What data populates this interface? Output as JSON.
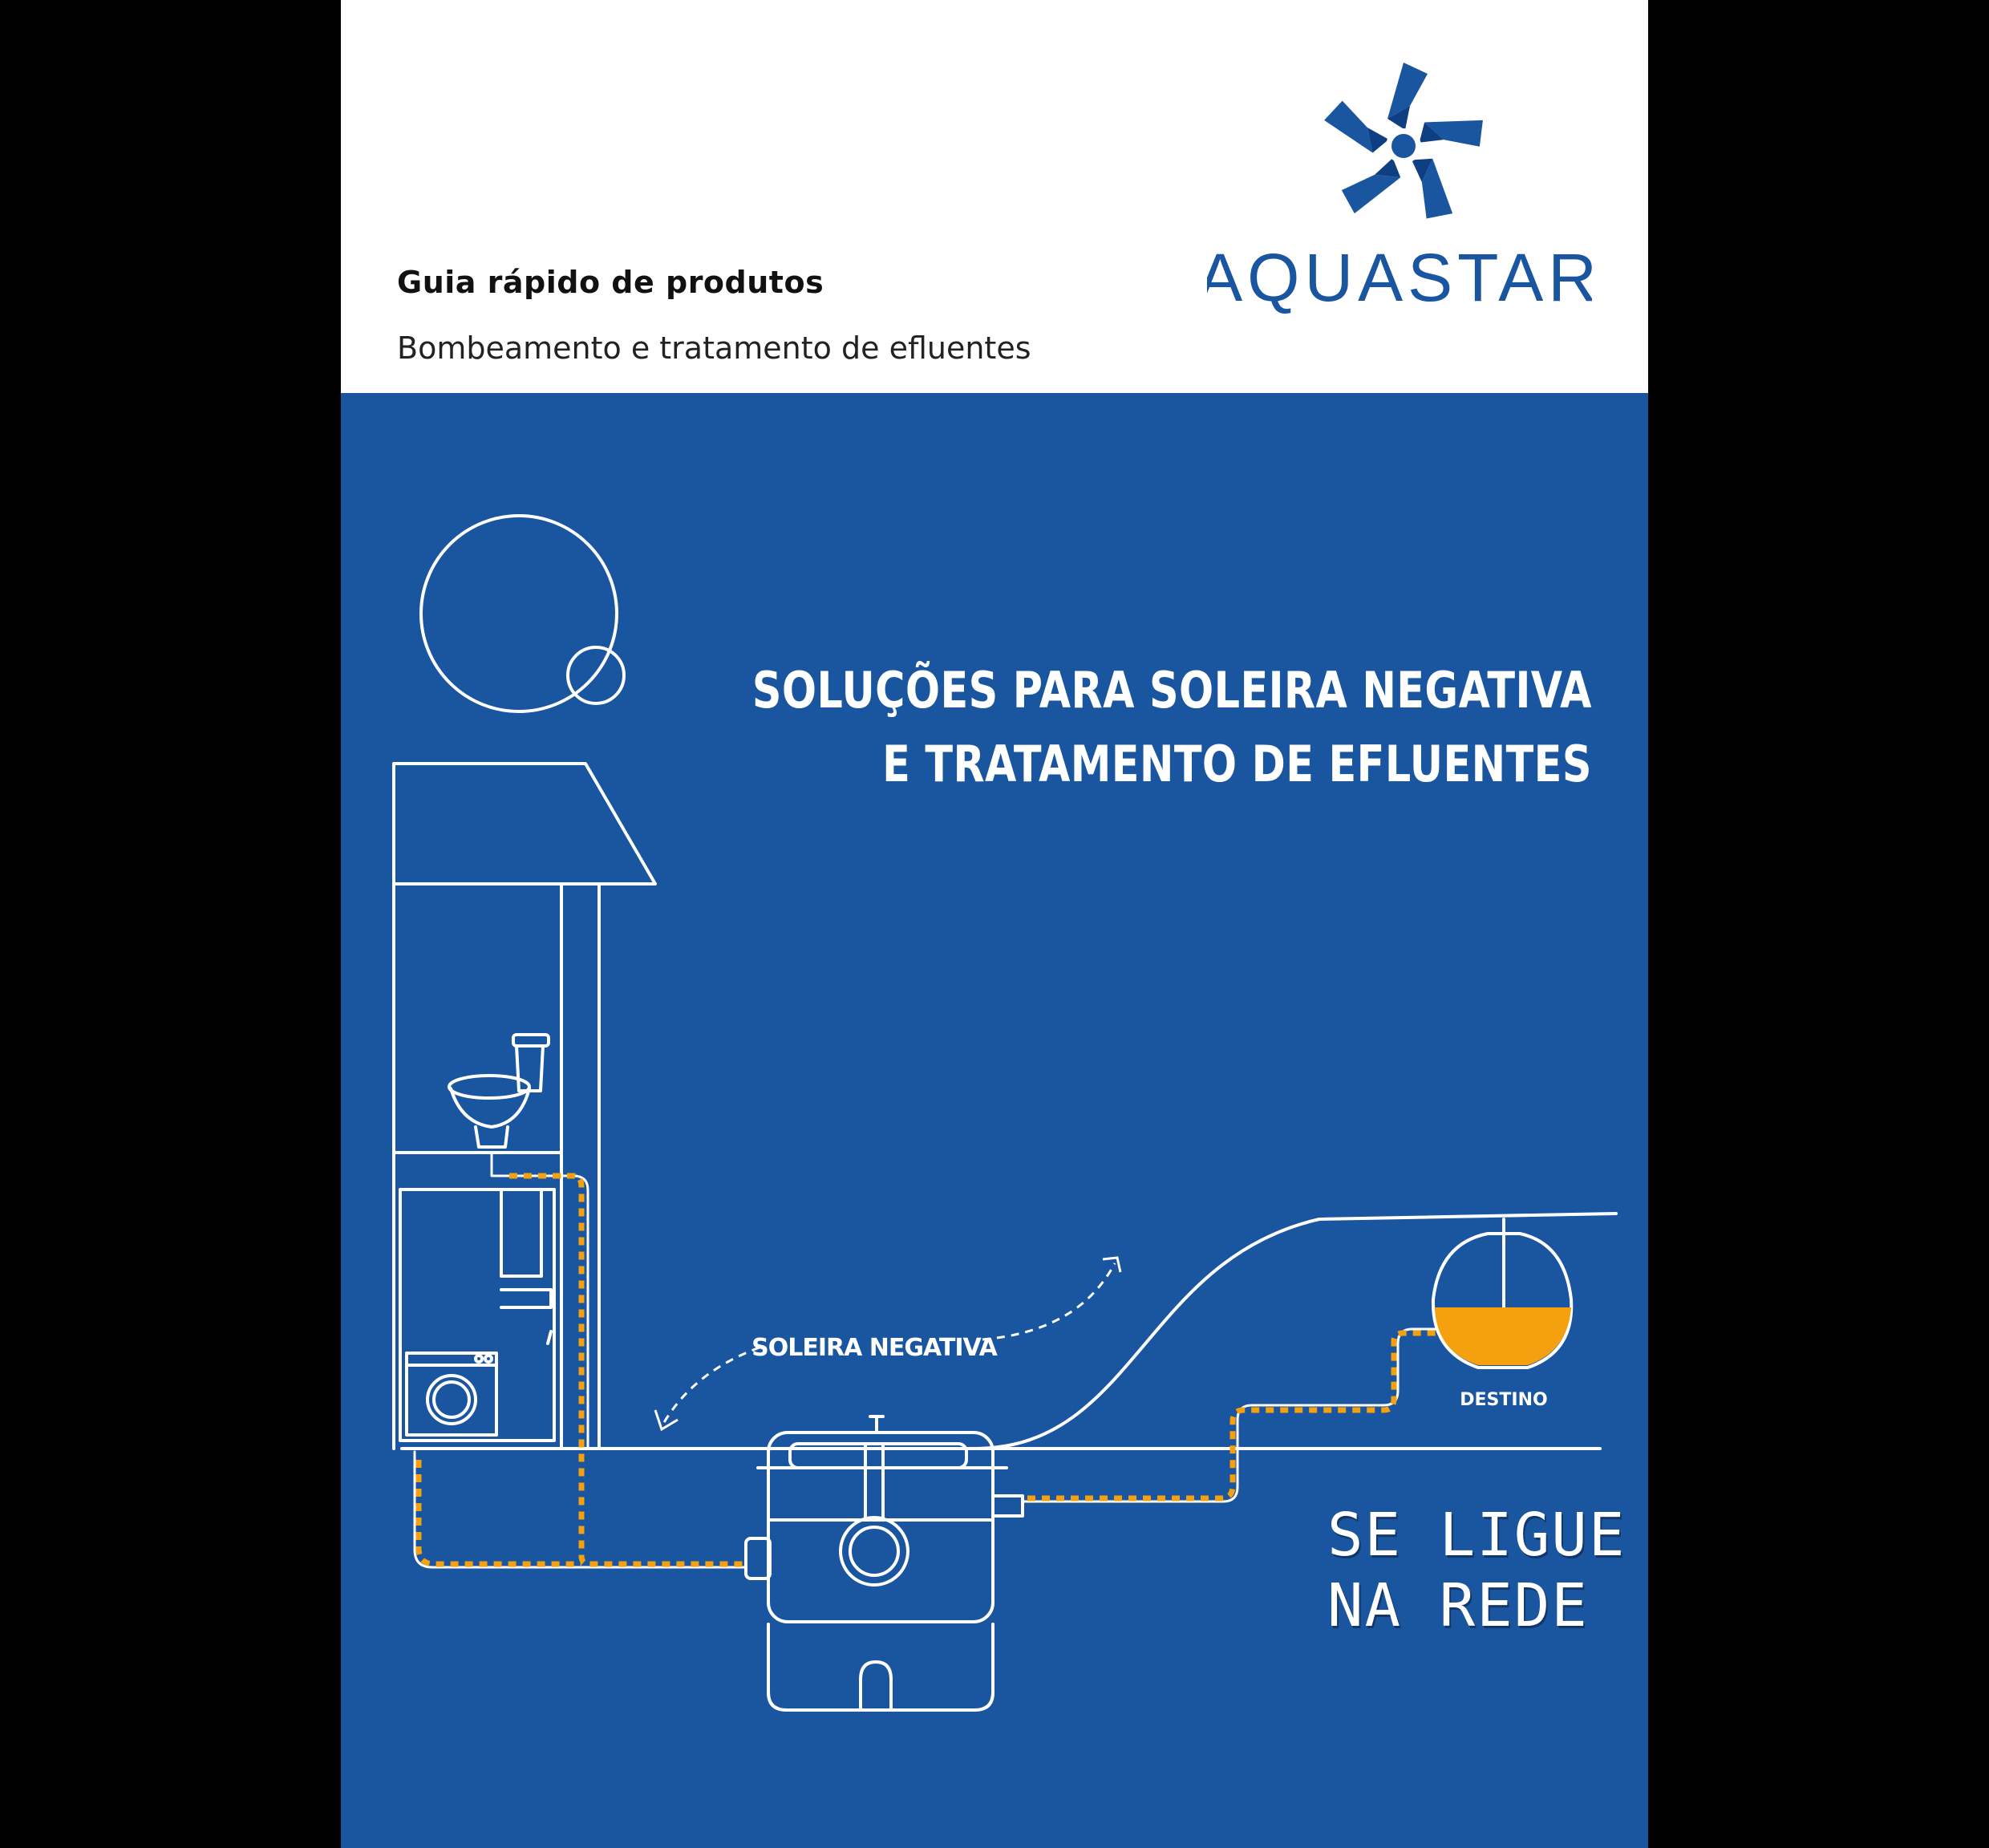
{
  "header": {
    "guide_title": "Guia rápido de produtos",
    "guide_subtitle": "Bombeamento e tratamento de efluentes",
    "brand_name": "AQUASTAR",
    "brand_color": "#1a55a0"
  },
  "hero": {
    "headline_line1": "SOLUÇÕES PARA SOLEIRA NEGATIVA",
    "headline_line2": "E TRATAMENTO DE EFLUENTES",
    "background_color": "#1a55a0",
    "line_color": "#ffffff",
    "flow_color": "#f5a00f"
  },
  "diagram": {
    "label_negative_threshold": "SOLEIRA NEGATIVA",
    "label_destination": "DESTINO"
  },
  "slogan": {
    "line1": "SE LIGUE",
    "line2": "NA REDE"
  }
}
